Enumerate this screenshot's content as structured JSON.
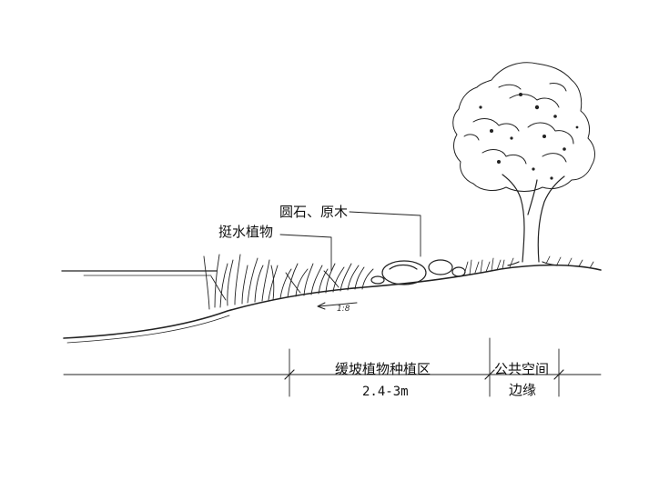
{
  "labels": {
    "stone_wood": "圆石、原木",
    "emergent_plants": "挺水植物",
    "slope_zone": "缓坡植物种植区",
    "zone_width": "2.4-3m",
    "public_space_line1": "公共空间",
    "public_space_line2": "边缘",
    "slope_ratio": "1:8"
  },
  "colors": {
    "ink": "#111111",
    "background": "#ffffff"
  }
}
